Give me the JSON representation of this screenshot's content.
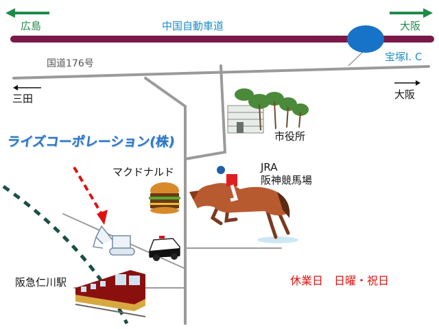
{
  "expressway": {
    "name": "中国自動車道",
    "west_label": "広島",
    "east_label": "大阪",
    "colors": {
      "road": "#7a1848",
      "arrow": "#1e8a4a",
      "label": "#1e8a4a",
      "name": "#1b8ec2"
    }
  },
  "route176": {
    "name": "国道176号",
    "color": "#999999"
  },
  "interchange": {
    "label": "宝塚I. C",
    "color": "#1b8ec2"
  },
  "directions": {
    "west": "三田",
    "east": "大阪"
  },
  "landmarks": {
    "company": "ライズコーポレーション(株)",
    "city_hall": "市役所",
    "mcdonalds": "マクドナルド",
    "racecourse_line1": "JRA",
    "racecourse_line2": "阪神競馬場",
    "station": "阪急仁川駅"
  },
  "closed": {
    "text": "休業日　日曜・祝日",
    "color": "#e01010"
  },
  "icons": [
    "building-icon",
    "trees-icon",
    "hamburger-icon",
    "racehorse-jockey-icon",
    "excavator-icon",
    "police-car-icon",
    "train-icon",
    "direction-arrow-icon"
  ]
}
